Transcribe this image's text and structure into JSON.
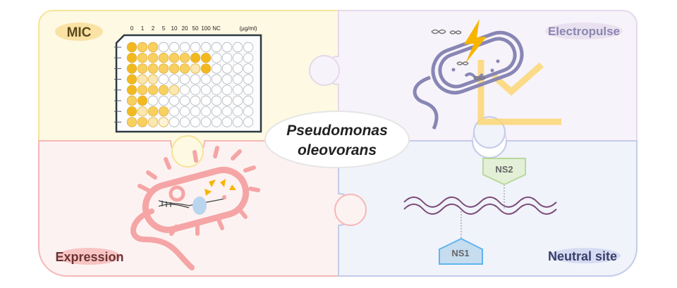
{
  "center_title": {
    "line1": "Pseudomonas",
    "line2": "oleovorans"
  },
  "panels": {
    "mic": {
      "label": "MIC",
      "color": "#fdf9e3",
      "border": "#f5e49a",
      "text_color": "#5a4a1a"
    },
    "electropulse": {
      "label": "Electropulse",
      "color": "#f7f3fa",
      "border": "#e5d8ec",
      "text_color": "#8a86b0"
    },
    "expression": {
      "label": "Expression",
      "color": "#fdf2f2",
      "border": "#f5b8b8",
      "text_color": "#6b3434"
    },
    "neutral": {
      "label": "Neutral site",
      "color": "#f0f3fa",
      "border": "#c3cbe8",
      "text_color": "#3b3f6b"
    }
  },
  "plate": {
    "column_labels": [
      "0",
      "1",
      "2",
      "5",
      "10",
      "20",
      "50",
      "100",
      "NC"
    ],
    "unit": "(μg/ml)",
    "well_levels": [
      [
        3,
        2,
        2,
        0,
        0,
        0,
        0,
        0,
        0,
        0,
        0,
        0
      ],
      [
        3,
        2,
        2,
        2,
        2,
        2,
        3,
        3,
        0,
        0,
        0,
        0
      ],
      [
        3,
        2,
        2,
        2,
        2,
        2,
        1,
        3,
        0,
        0,
        0,
        0
      ],
      [
        3,
        1,
        1,
        0,
        0,
        0,
        0,
        0,
        0,
        0,
        0,
        0
      ],
      [
        3,
        2,
        2,
        2,
        1,
        0,
        0,
        0,
        0,
        0,
        0,
        0
      ],
      [
        2,
        3,
        0,
        0,
        0,
        0,
        0,
        0,
        0,
        0,
        0,
        0
      ],
      [
        3,
        1,
        2,
        2,
        0,
        0,
        0,
        0,
        0,
        0,
        0,
        0
      ],
      [
        2,
        2,
        1,
        0.5,
        0,
        0,
        0,
        0,
        0,
        0,
        0,
        0
      ]
    ]
  },
  "neutral_sites": {
    "ns1": "NS1",
    "ns2": "NS2"
  }
}
